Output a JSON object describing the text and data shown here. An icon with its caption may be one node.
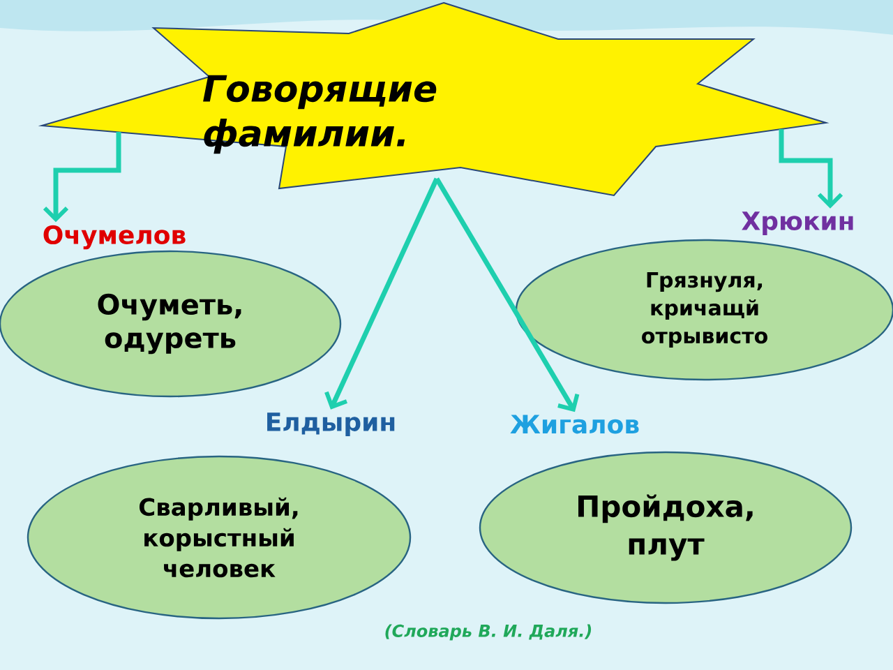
{
  "diagram": {
    "caption": "(Словарь В. И. Даля.)",
    "nodes": [
      {
        "text": [
          "Говорящие фамилии."
        ]
      },
      {
        "text": [
          "Очумелов"
        ]
      },
      {
        "text": [
          "Хрюкин"
        ]
      },
      {
        "text": [
          "Елдырин"
        ]
      },
      {
        "text": [
          "Жигалов"
        ]
      },
      {
        "text": [
          "Очуметь, одуреть"
        ]
      },
      {
        "text": [
          "Грязнуля, кричащй отрывисто"
        ]
      },
      {
        "text": [
          "Сварливый, корыстный человек"
        ]
      },
      {
        "text": [
          "Пройдоха, плут"
        ]
      }
    ],
    "edges": [
      {
        "from": 0,
        "to": 1,
        "arrow": "to"
      },
      {
        "from": 0,
        "to": 2,
        "arrow": "to"
      },
      {
        "from": 0,
        "to": 3,
        "arrow": "to"
      },
      {
        "from": 0,
        "to": 4,
        "arrow": "to"
      }
    ]
  }
}
